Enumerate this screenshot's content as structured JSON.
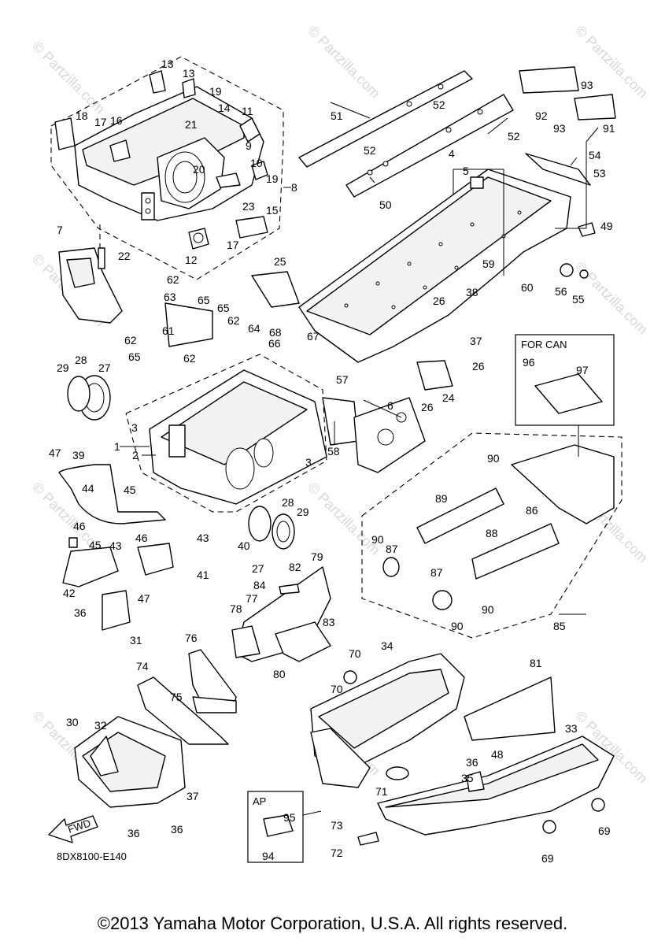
{
  "diagram": {
    "code": "8DX8100-E140",
    "box_labels": {
      "can": "FOR CAN",
      "ap": "AP"
    },
    "fwd_label": "FWD",
    "watermark_text": "© Partzilla.com",
    "callouts": [
      "1",
      "2",
      "3",
      "3",
      "4",
      "5",
      "6",
      "7",
      "8",
      "9",
      "10",
      "11",
      "12",
      "13",
      "13",
      "14",
      "15",
      "16",
      "17",
      "17",
      "18",
      "19",
      "19",
      "20",
      "21",
      "22",
      "23",
      "24",
      "25",
      "26",
      "26",
      "26",
      "27",
      "27",
      "28",
      "28",
      "29",
      "29",
      "30",
      "31",
      "32",
      "33",
      "34",
      "35",
      "36",
      "36",
      "36",
      "36",
      "37",
      "37",
      "38",
      "39",
      "40",
      "41",
      "42",
      "43",
      "43",
      "44",
      "45",
      "45",
      "46",
      "46",
      "47",
      "47",
      "48",
      "49",
      "50",
      "51",
      "52",
      "52",
      "52",
      "53",
      "54",
      "55",
      "56",
      "57",
      "58",
      "59",
      "60",
      "61",
      "62",
      "62",
      "62",
      "62",
      "63",
      "64",
      "65",
      "65",
      "65",
      "66",
      "67",
      "68",
      "69",
      "69",
      "70",
      "70",
      "71",
      "72",
      "73",
      "74",
      "75",
      "76",
      "77",
      "78",
      "79",
      "80",
      "81",
      "82",
      "83",
      "84",
      "85",
      "86",
      "87",
      "87",
      "88",
      "89",
      "90",
      "90",
      "90",
      "90",
      "91",
      "92",
      "93",
      "93",
      "94",
      "95",
      "96",
      "97"
    ]
  },
  "footer": {
    "copyright": "©2013 Yamaha Motor Corporation, U.S.A. All rights reserved."
  }
}
